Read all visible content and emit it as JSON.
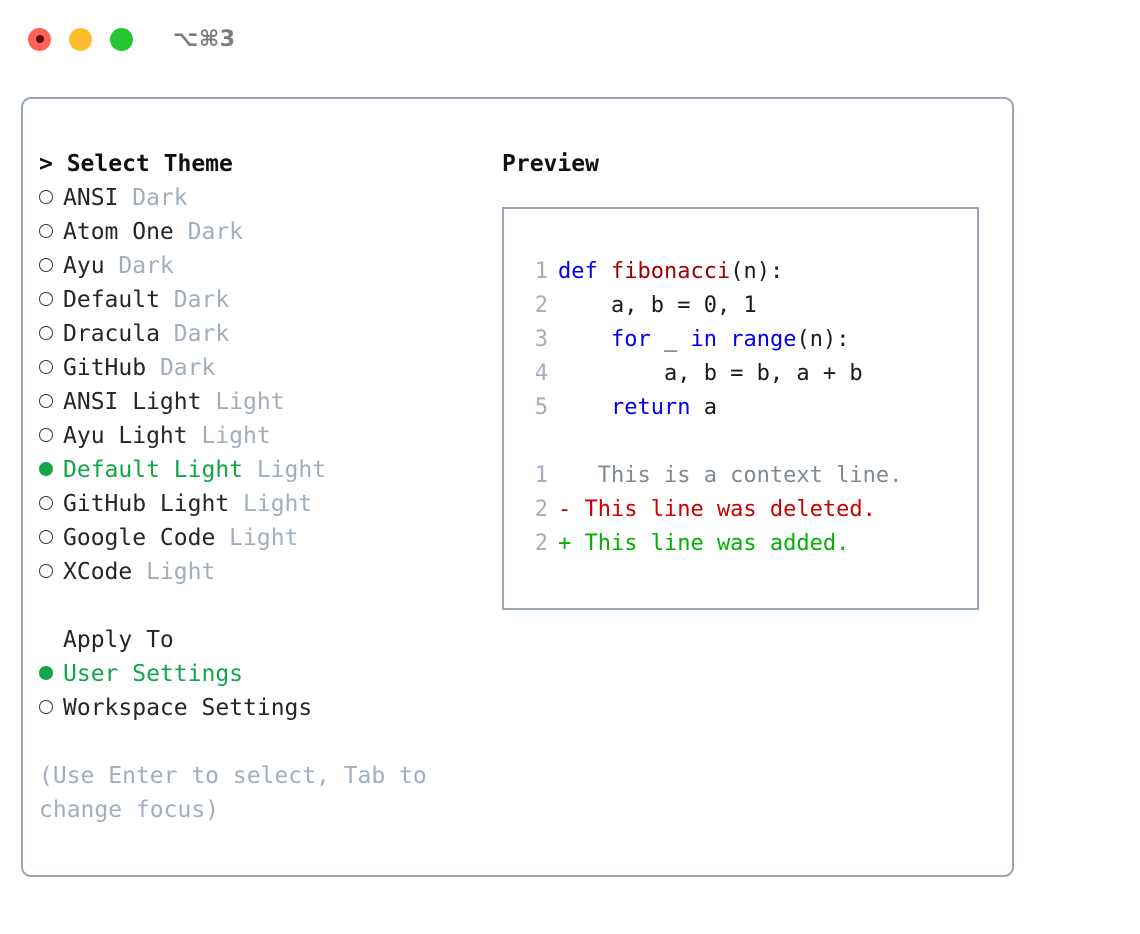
{
  "titlebar": {
    "shortcut": "⌥⌘3",
    "buttons": [
      {
        "name": "close",
        "color": "#FF6058"
      },
      {
        "name": "minimize",
        "color": "#FFBD2E"
      },
      {
        "name": "maximize",
        "color": "#25C633"
      }
    ]
  },
  "left": {
    "header": "> Select Theme",
    "themes": [
      {
        "name": "ANSI",
        "category": "Dark",
        "selected": false
      },
      {
        "name": "Atom One",
        "category": "Dark",
        "selected": false
      },
      {
        "name": "Ayu",
        "category": "Dark",
        "selected": false
      },
      {
        "name": "Default",
        "category": "Dark",
        "selected": false
      },
      {
        "name": "Dracula",
        "category": "Dark",
        "selected": false
      },
      {
        "name": "GitHub",
        "category": "Dark",
        "selected": false
      },
      {
        "name": "ANSI Light",
        "category": "Light",
        "selected": false
      },
      {
        "name": "Ayu Light",
        "category": "Light",
        "selected": false
      },
      {
        "name": "Default Light",
        "category": "Light",
        "selected": true
      },
      {
        "name": "GitHub Light",
        "category": "Light",
        "selected": false
      },
      {
        "name": "Google Code",
        "category": "Light",
        "selected": false
      },
      {
        "name": "XCode",
        "category": "Light",
        "selected": false
      }
    ],
    "apply_to_header": "Apply To",
    "apply_to": [
      {
        "name": "User Settings",
        "selected": true
      },
      {
        "name": "Workspace Settings",
        "selected": false
      }
    ],
    "hint": "(Use Enter to select, Tab to change focus)"
  },
  "preview": {
    "title": "Preview",
    "code": [
      {
        "no": "1",
        "tokens": [
          {
            "t": "def ",
            "c": "kw"
          },
          {
            "t": "fibonacci",
            "c": "fn"
          },
          {
            "t": "(n):",
            "c": "plain"
          }
        ]
      },
      {
        "no": "2",
        "tokens": [
          {
            "t": "    a, b = 0, 1",
            "c": "plain"
          }
        ]
      },
      {
        "no": "3",
        "tokens": [
          {
            "t": "    ",
            "c": "plain"
          },
          {
            "t": "for",
            "c": "kw"
          },
          {
            "t": " _ ",
            "c": "plain"
          },
          {
            "t": "in ",
            "c": "kw"
          },
          {
            "t": "range",
            "c": "kw"
          },
          {
            "t": "(n):",
            "c": "plain"
          }
        ]
      },
      {
        "no": "4",
        "tokens": [
          {
            "t": "        a, b = b, a + b",
            "c": "plain"
          }
        ]
      },
      {
        "no": "5",
        "tokens": [
          {
            "t": "    ",
            "c": "plain"
          },
          {
            "t": "return",
            "c": "kw"
          },
          {
            "t": " a",
            "c": "plain"
          }
        ]
      }
    ],
    "diff": [
      {
        "no": "1",
        "sign": " ",
        "text": "  This is a context line.",
        "kind": "diff-ctx"
      },
      {
        "no": "2",
        "sign": "-",
        "text": " This line was deleted.",
        "kind": "diff-del"
      },
      {
        "no": "2",
        "sign": "+",
        "text": " This line was added.",
        "kind": "diff-add"
      }
    ]
  },
  "colors": {
    "accent_green": "#12A64B",
    "muted": "#A3AEBB",
    "border": "#9AA6B4",
    "keyword_blue": "#0000EE",
    "function_red": "#A00000",
    "diff_delete": "#CC0000",
    "diff_add": "#00B200"
  }
}
